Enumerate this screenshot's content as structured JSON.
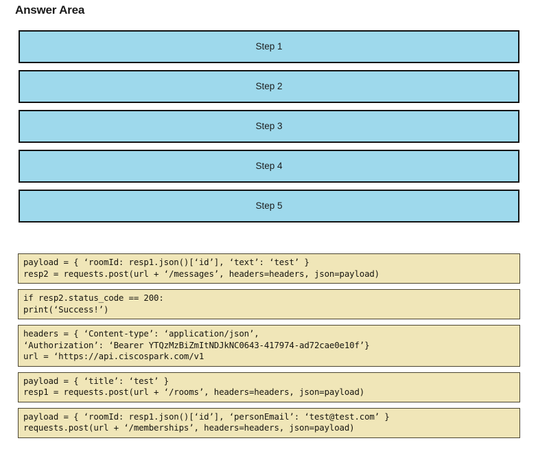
{
  "page": {
    "title": "Answer Area"
  },
  "answer_area": {
    "slots": [
      {
        "label": "Step 1"
      },
      {
        "label": "Step 2"
      },
      {
        "label": "Step 3"
      },
      {
        "label": "Step 4"
      },
      {
        "label": "Step 5"
      }
    ]
  },
  "code_options": [
    {
      "id": "option-1",
      "lines": [
        "payload = { ‘roomId: resp1.json()[‘id’], ‘text’: ‘test’ }",
        "resp2 = requests.post(url + ‘/messages’, headers=headers, json=payload)"
      ]
    },
    {
      "id": "option-2",
      "lines": [
        "if resp2.status_code == 200:",
        "print(‘Success!’)"
      ]
    },
    {
      "id": "option-3",
      "lines": [
        "headers = { ‘Content-type’: ‘application/json’,",
        "‘Authorization’: ‘Bearer YTQzMzBiZmItNDJkNC0643-417974-ad72cae0e10f’}",
        "url = ‘https://api.ciscospark.com/v1"
      ]
    },
    {
      "id": "option-4",
      "lines": [
        "payload = { ‘title’: ‘test’ }",
        "resp1 = requests.post(url + ‘/rooms’, headers=headers, json=payload)"
      ]
    },
    {
      "id": "option-5",
      "lines": [
        "payload = { ‘roomId: resp1.json()[‘id’], ‘personEmail’: ‘test@test.com’ }",
        "requests.post(url + ‘/memberships’, headers=headers, json=payload)"
      ]
    }
  ],
  "colors": {
    "slot_fill": "#9ed9ec",
    "slot_border": "#121212",
    "code_fill": "#f0e6b8",
    "code_border": "#4a4430",
    "text": "#15140f"
  }
}
